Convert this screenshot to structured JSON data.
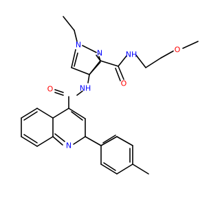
{
  "diagram": {
    "type": "chemical-structure",
    "colors": {
      "bond": "#000000",
      "nitrogen": "#0000ff",
      "oxygen": "#ff0000",
      "background": "#ffffff"
    },
    "atom_labels": {
      "pyrazole_n1": "N",
      "pyrazole_n2": "N",
      "amide_nh_right": "NH",
      "amide_o_right": "O",
      "ether_o": "O",
      "amide_nh_left": "NH",
      "amide_o_left": "O",
      "quinoline_n": "N"
    }
  }
}
